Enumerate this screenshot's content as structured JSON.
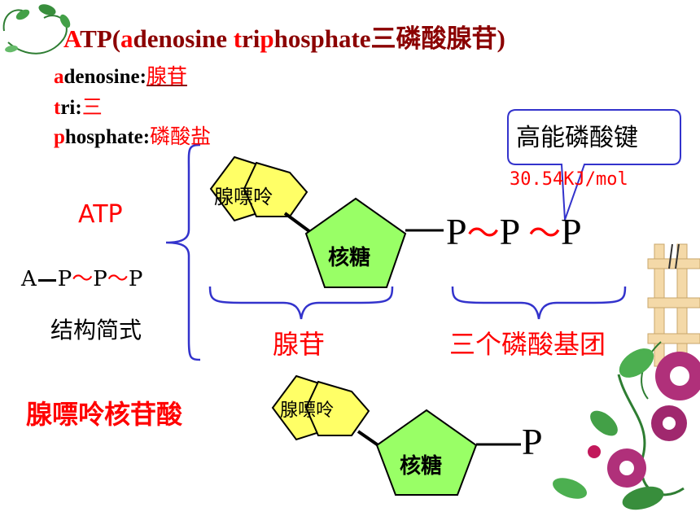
{
  "title": {
    "t1": "A",
    "t2": "TP(",
    "t3": "a",
    "t4": "denosine  ",
    "t5": "t",
    "t6": "ri",
    "t7": "p",
    "t8": "hosphate",
    "t9": "三磷酸腺苷)"
  },
  "glossary": {
    "adenosine": {
      "first": "a",
      "rest": "denosine:",
      "meaning": "腺苷"
    },
    "tri": {
      "first": "t",
      "rest": "ri:",
      "meaning": "三"
    },
    "phosphate": {
      "first": "p",
      "rest": "hosphate:",
      "meaning": "磷酸盐"
    }
  },
  "atp_label": "ATP",
  "formula": {
    "a": "A",
    "p1": "P",
    "t1": "～",
    "p2": "P",
    "t2": "～",
    "p3": "P"
  },
  "formula_caption": "结构简式",
  "top_molecule": {
    "base": "腺嘌呤",
    "sugar": "核糖",
    "phosphates": {
      "p1": "P",
      "tilde1": "～",
      "p2": "P",
      "tilde2": "～",
      "p3": "P"
    },
    "callout": "高能磷酸键",
    "energy": "30.54KJ/mol",
    "group_left": "腺苷",
    "group_right": "三个磷酸基团"
  },
  "bottom_label": "腺嘌呤核苷酸",
  "bottom_molecule": {
    "base": "腺嘌呤",
    "sugar": "核糖",
    "phosphate": "P"
  },
  "colors": {
    "base": "#ffff66",
    "sugar": "#99ff66",
    "red": "#ff0000",
    "bracket": "#3333cc"
  }
}
